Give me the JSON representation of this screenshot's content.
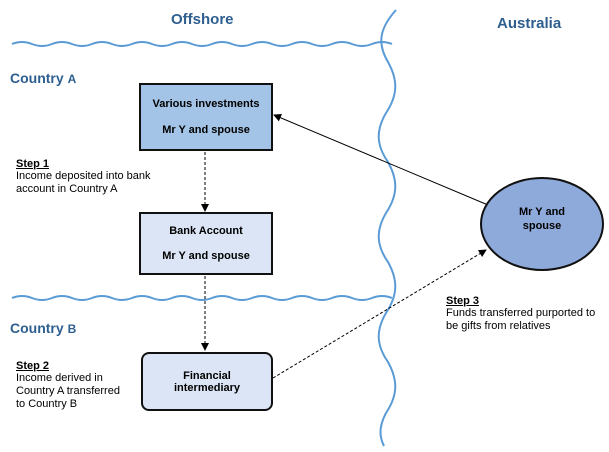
{
  "regions": {
    "offshore": "Offshore",
    "australia": "Australia"
  },
  "countries": {
    "a": {
      "prefix": "Country ",
      "letter": "A"
    },
    "b": {
      "prefix": "Country ",
      "letter": "B"
    }
  },
  "boxes": {
    "investments": {
      "line1": "Various investments",
      "line2": "Mr Y and spouse"
    },
    "bank": {
      "line1": "Bank Account",
      "line2": "Mr Y and spouse"
    },
    "intermediary": {
      "line1": "Financial",
      "line2": "intermediary"
    },
    "australia_person": {
      "line1": "Mr Y and",
      "line2": "spouse"
    }
  },
  "steps": {
    "step1": {
      "title": "Step 1",
      "text": "Income  deposited into bank account in Country  A"
    },
    "step2": {
      "title": "Step 2",
      "text": "Income  derived in Country A transferred to Country  B"
    },
    "step3": {
      "title": "Step 3",
      "text": "Funds transferred purported to be gifts from relatives"
    }
  },
  "colors": {
    "investments_fill": "#a3c4e6",
    "bank_fill": "#dbe5f5",
    "intermediary_fill": "#dbe5f5",
    "ellipse_fill": "#8eaadb",
    "wave": "#5b9bd5",
    "region_text": "#2e5f8f"
  }
}
